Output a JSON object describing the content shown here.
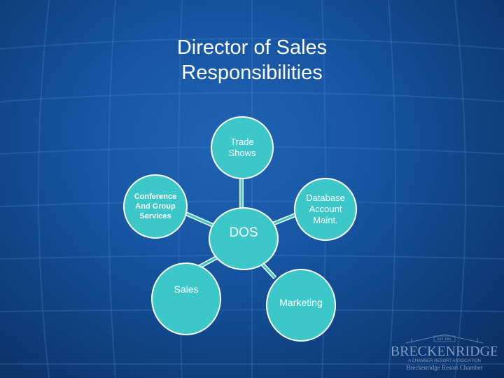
{
  "title_lines": [
    "Director of Sales",
    "Responsibilities"
  ],
  "nodes": {
    "center": "DOS",
    "trade_shows": [
      "Trade",
      "Shows"
    ],
    "database": [
      "Database",
      "Account",
      "Maint."
    ],
    "conference": [
      "Conference",
      "And Group",
      "Services"
    ],
    "sales": "Sales",
    "marketing": "Marketing"
  },
  "logo": {
    "est": "EST 1961",
    "name": "BRECKENRIDGE",
    "tagline": "A CHAMBER RESORT ASSOCIATION",
    "org": "Breckenridge Resort Chamber"
  },
  "colors": {
    "node_fill": "#3cc8c8",
    "node_border": "#ffffff",
    "background": "#1756a3",
    "text": "#ffffff"
  }
}
